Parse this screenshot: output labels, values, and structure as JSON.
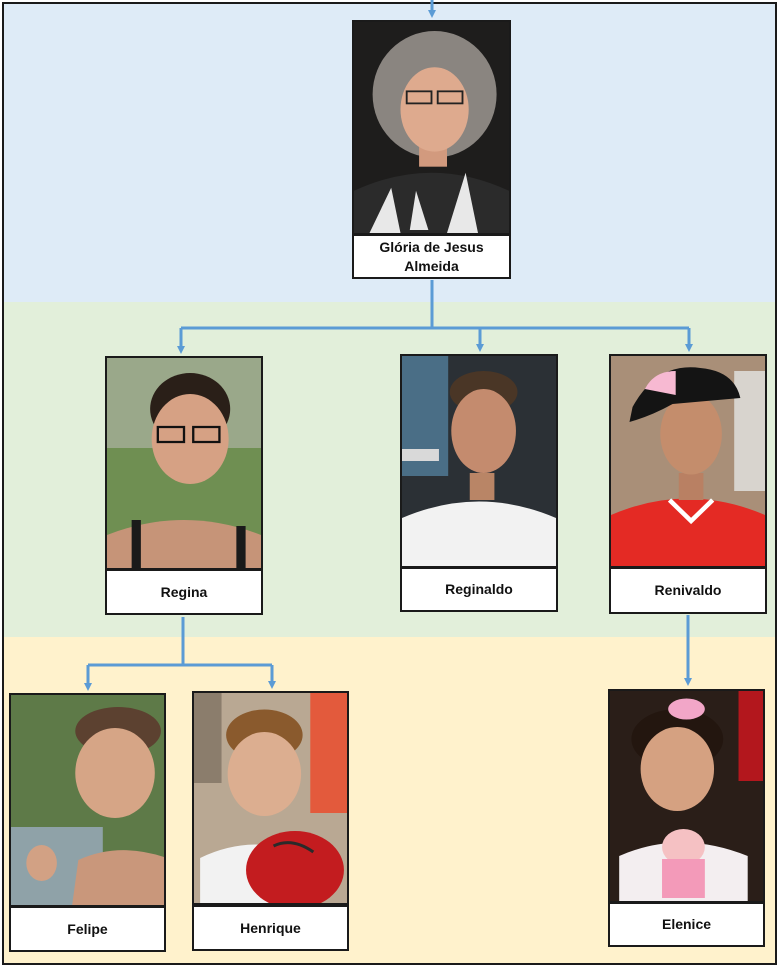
{
  "colors": {
    "connector": "#5b9bd5",
    "band_generation_1": "#deebf7",
    "band_generation_2": "#e2efda",
    "band_generation_3": "#fff2cc",
    "border": "#1a1a1a"
  },
  "people": {
    "gloria": {
      "name": "Glória de Jesus Almeida",
      "generation": 1,
      "photo": "portrait-photo"
    },
    "regina": {
      "name": "Regina",
      "generation": 2,
      "parent": "gloria",
      "photo": "portrait-photo"
    },
    "reginaldo": {
      "name": "Reginaldo",
      "generation": 2,
      "parent": "gloria",
      "photo": "portrait-photo"
    },
    "renivaldo": {
      "name": "Renivaldo",
      "generation": 2,
      "parent": "gloria",
      "photo": "portrait-photo"
    },
    "felipe": {
      "name": "Felipe",
      "generation": 3,
      "parent": "regina",
      "photo": "portrait-photo"
    },
    "henrique": {
      "name": "Henrique",
      "generation": 3,
      "parent": "regina",
      "photo": "portrait-photo"
    },
    "elenice": {
      "name": "Elenice",
      "generation": 3,
      "parent": "renivaldo",
      "photo": "portrait-photo"
    }
  }
}
